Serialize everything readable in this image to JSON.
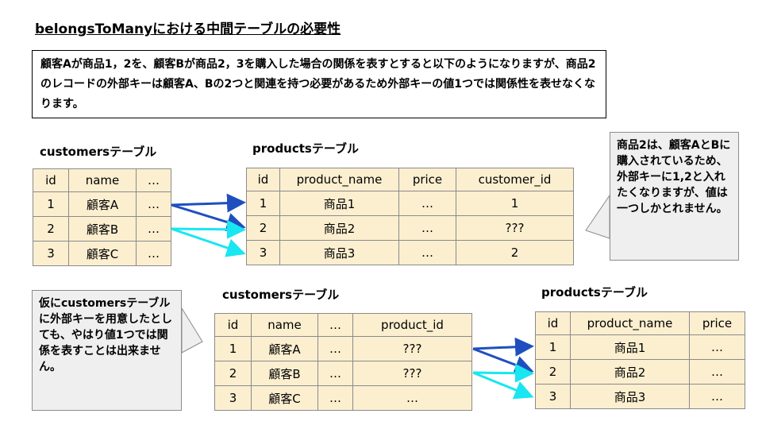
{
  "title": "belongsToManyにおける中間テーブルの必要性",
  "intro": "顧客Aが商品1，2を、顧客Bが商品2，3を購入した場合の関係を表すとすると以下のようになりますが、商品2のレコードの外部キーは顧客A、Bの2つと関連を持つ必要があるため外部キーの値1つでは関係性を表せなくなります。",
  "top": {
    "customers_label": "customersテーブル",
    "products_label": "productsテーブル",
    "customers": {
      "headers": [
        "id",
        "name",
        "…"
      ],
      "rows": [
        [
          "1",
          "顧客A",
          "…"
        ],
        [
          "2",
          "顧客B",
          "…"
        ],
        [
          "3",
          "顧客C",
          "…"
        ]
      ]
    },
    "products": {
      "headers": [
        "id",
        "product_name",
        "price",
        "customer_id"
      ],
      "rows": [
        [
          "1",
          "商品1",
          "…",
          "1"
        ],
        [
          "2",
          "商品2",
          "…",
          "???"
        ],
        [
          "3",
          "商品3",
          "…",
          "2"
        ]
      ]
    },
    "callout": "商品2は、顧客AとBに購入されているため、外部キーに1,2と入れたくなりますが、値は一つしかとれません。"
  },
  "bottom": {
    "customers_label": "customersテーブル",
    "products_label": "productsテーブル",
    "customers": {
      "headers": [
        "id",
        "name",
        "…",
        "product_id"
      ],
      "rows": [
        [
          "1",
          "顧客A",
          "…",
          "???"
        ],
        [
          "2",
          "顧客B",
          "…",
          "???"
        ],
        [
          "3",
          "顧客C",
          "…",
          "…"
        ]
      ]
    },
    "products": {
      "headers": [
        "id",
        "product_name",
        "price"
      ],
      "rows": [
        [
          "1",
          "商品1",
          "…"
        ],
        [
          "2",
          "商品2",
          "…"
        ],
        [
          "3",
          "商品3",
          "…"
        ]
      ]
    },
    "callout": "仮にcustomersテーブルに外部キーを用意したとしても、やはり値1つでは関係を表すことは出来ません。"
  },
  "colors": {
    "table_fill": "#fcefd0",
    "callout_fill": "#efefef",
    "arrow_customer_a": "#1f4fbf",
    "arrow_customer_b": "#19e6f0"
  }
}
